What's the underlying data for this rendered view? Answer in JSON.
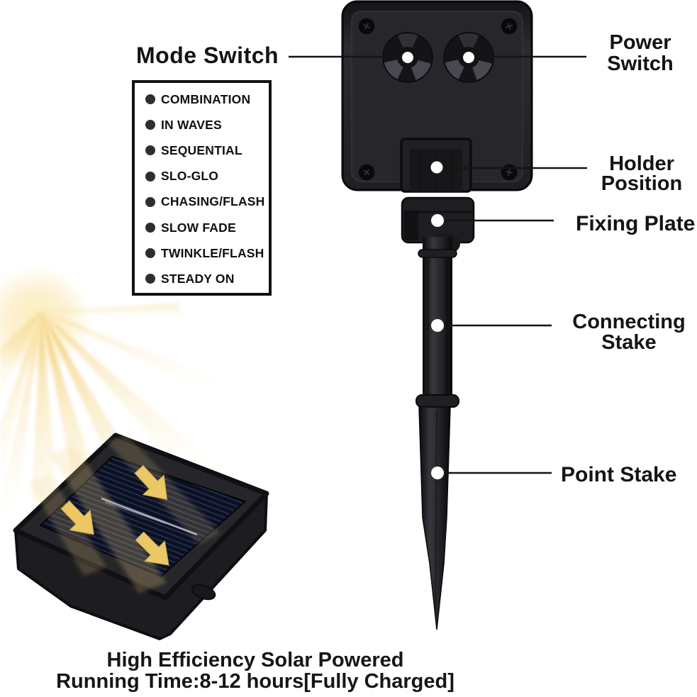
{
  "labels": {
    "mode_switch": "Mode Switch",
    "power_switch_line1": "Power",
    "power_switch_line2": "Switch",
    "holder_line1": "Holder",
    "holder_line2": "Position",
    "fixing_plate": "Fixing Plate",
    "connecting_line1": "Connecting",
    "connecting_line2": "Stake",
    "point_stake": "Point Stake"
  },
  "mode_list": {
    "items": [
      "COMBINATION",
      "IN WAVES",
      "SEQUENTIAL",
      "SLO-GLO",
      "CHASING/FLASH",
      "SLOW FADE",
      "TWINKLE/FLASH",
      "STEADY ON"
    ]
  },
  "footer": {
    "line1": "High Efficiency Solar Powered",
    "line2": "Running Time:8-12 hours[Fully Charged]"
  },
  "colors": {
    "text": "#141414",
    "plastic_dark": "#232327",
    "ray_yellow": "#f3cc74",
    "arrow_yellow": "#ecc765",
    "panel_blue": "#2a3a66",
    "indicator_dot": "#ffffff"
  }
}
